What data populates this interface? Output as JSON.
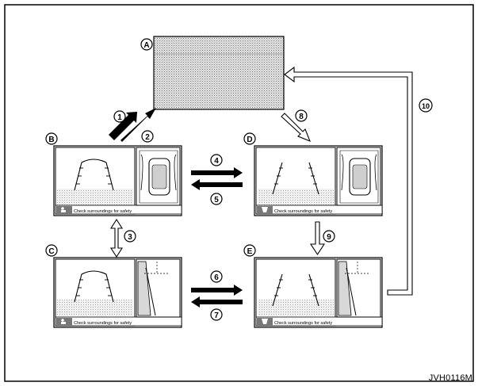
{
  "figure": {
    "id": "JVH0116M"
  },
  "screens": [
    {
      "key": "A",
      "label": "A",
      "kind": "blank"
    },
    {
      "key": "B",
      "label": "B",
      "kind": "rear-top",
      "caption": "Check surroundings for safety"
    },
    {
      "key": "C",
      "label": "C",
      "kind": "rear-side",
      "caption": "Check surroundings for safety"
    },
    {
      "key": "D",
      "label": "D",
      "kind": "front-top",
      "caption": "Check surroundings for safety"
    },
    {
      "key": "E",
      "label": "E",
      "kind": "front-side",
      "caption": "Check surroundings for safety"
    }
  ],
  "transitions": [
    {
      "num": "1"
    },
    {
      "num": "2"
    },
    {
      "num": "3"
    },
    {
      "num": "4"
    },
    {
      "num": "5"
    },
    {
      "num": "6"
    },
    {
      "num": "7"
    },
    {
      "num": "8"
    },
    {
      "num": "9"
    },
    {
      "num": "10"
    }
  ]
}
